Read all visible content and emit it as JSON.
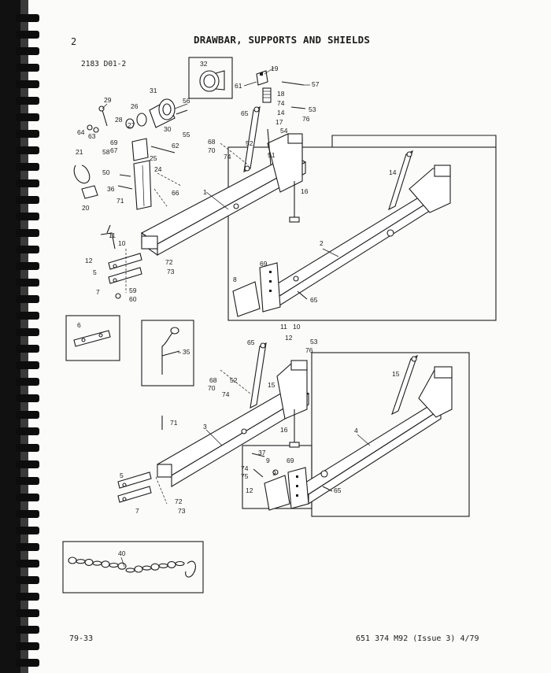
{
  "header": {
    "page_number": "2",
    "title": "DRAWBAR, SUPPORTS AND SHIELDS",
    "ref_code": "2183 D01-2"
  },
  "footer": {
    "left": "79-33",
    "right": "651 374 M92 (Issue 3) 4/79"
  },
  "colors": {
    "ink": "#1c1c1c",
    "paper": "#fbfbfa",
    "binding": "#111111"
  },
  "callouts": {
    "c32": "32",
    "c19": "19",
    "c61": "61",
    "c57": "57",
    "c18": "18",
    "c74a": "74",
    "c65a": "65",
    "c14a": "14",
    "c53a": "53",
    "c76a": "76",
    "c17": "17",
    "c54": "54",
    "c51": "51",
    "c52a": "52",
    "c68a": "68",
    "c70a": "70",
    "c74b": "74",
    "c29": "29",
    "c26": "26",
    "c28": "28",
    "c31": "31",
    "c56": "56",
    "c27": "27",
    "c30": "30",
    "c55": "55",
    "c64": "64",
    "c63": "63",
    "c69a": "69",
    "c67": "67",
    "c62": "62",
    "c25": "25",
    "c21": "21",
    "c58": "58",
    "c24": "24",
    "c50": "50",
    "c36": "36",
    "c66": "66",
    "c20": "20",
    "c71a": "71",
    "c1": "1",
    "c16a": "16",
    "c14b": "14",
    "c2": "2",
    "c69b": "69",
    "c8": "8",
    "c65b": "65",
    "c11a": "11",
    "c10a": "10",
    "c12a": "12",
    "c5a": "5",
    "c7a": "7",
    "c72a": "72",
    "c73a": "73",
    "c59": "59",
    "c60": "60",
    "c6": "6",
    "c35": "35",
    "c11b": "11",
    "c10b": "10",
    "c65c": "65",
    "c12b": "12",
    "c53b": "53",
    "c76b": "76",
    "c68b": "68",
    "c52b": "52",
    "c70b": "70",
    "c74c": "74",
    "c15a": "15",
    "c15b": "15",
    "c71b": "71",
    "c3": "3",
    "c16b": "16",
    "c4": "4",
    "c37": "37",
    "c9a": "9",
    "c74d": "74",
    "c75": "75",
    "c9b": "9",
    "c69c": "69",
    "c12c": "12",
    "c65d": "65",
    "c5b": "5",
    "c7b": "7",
    "c72b": "72",
    "c73b": "73",
    "c40": "40"
  }
}
